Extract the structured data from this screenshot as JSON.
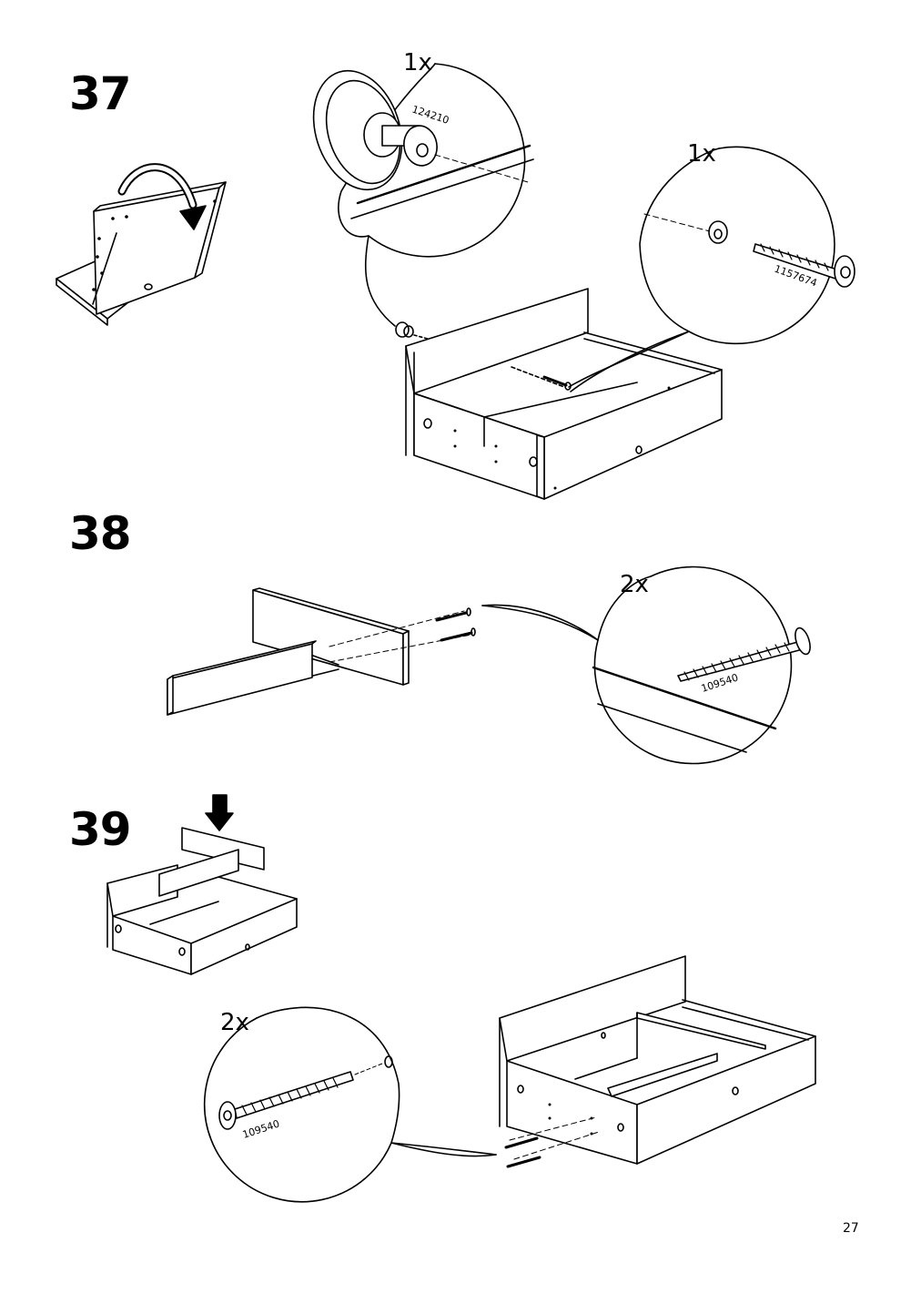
{
  "steps": [
    {
      "number": "37",
      "callouts": [
        {
          "quantity": "1x",
          "part_number": "124210"
        },
        {
          "quantity": "1x",
          "part_number": "1157674"
        }
      ]
    },
    {
      "number": "38",
      "callouts": [
        {
          "quantity": "2x",
          "part_number": "109540"
        }
      ]
    },
    {
      "number": "39",
      "callouts": [
        {
          "quantity": "2x",
          "part_number": "109540"
        }
      ]
    }
  ],
  "page_number": "27"
}
